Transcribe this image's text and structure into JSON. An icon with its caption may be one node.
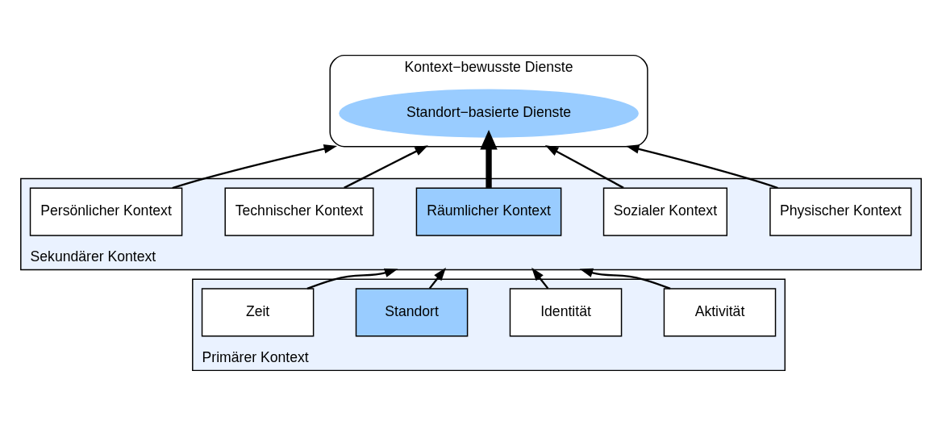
{
  "diagram": {
    "nodes": [
      {
        "text": [
          "Kontext−bewusste Dienste"
        ]
      },
      {
        "text": [
          "Standort−basierte Dienste"
        ],
        "in": 0
      },
      {
        "text": [
          "Sekundärer Kontext"
        ]
      },
      {
        "text": [
          "Persönlicher Kontext"
        ],
        "in": 2
      },
      {
        "text": [
          "Technischer Kontext"
        ],
        "in": 2
      },
      {
        "text": [
          "Räumlicher Kontext"
        ],
        "in": 2
      },
      {
        "text": [
          "Sozialer Kontext"
        ],
        "in": 2
      },
      {
        "text": [
          "Physischer Kontext"
        ],
        "in": 2
      },
      {
        "text": [
          "Primärer Kontext"
        ]
      },
      {
        "text": [
          "Zeit"
        ],
        "in": 8
      },
      {
        "text": [
          "Standort"
        ],
        "in": 8
      },
      {
        "text": [
          "Identität"
        ],
        "in": 8
      },
      {
        "text": [
          "Aktivität"
        ],
        "in": 8
      }
    ],
    "edges": [
      {
        "from": 3,
        "to": 0,
        "arrow": "to"
      },
      {
        "from": 4,
        "to": 0,
        "arrow": "to"
      },
      {
        "from": 5,
        "to": 1,
        "arrow": "to",
        "style": "thick"
      },
      {
        "from": 6,
        "to": 0,
        "arrow": "to"
      },
      {
        "from": 7,
        "to": 0,
        "arrow": "to"
      },
      {
        "from": 9,
        "to": 2,
        "arrow": "to"
      },
      {
        "from": 10,
        "to": 2,
        "arrow": "to"
      },
      {
        "from": 11,
        "to": 2,
        "arrow": "to"
      },
      {
        "from": 12,
        "to": 2,
        "arrow": "to"
      }
    ]
  }
}
